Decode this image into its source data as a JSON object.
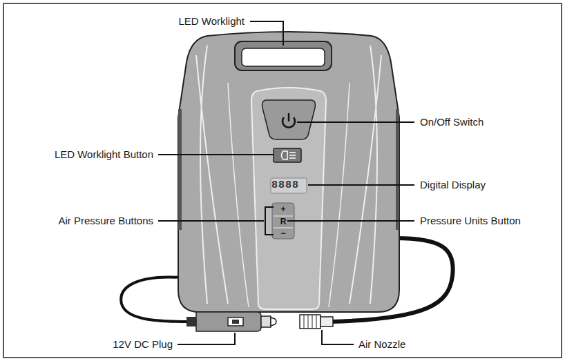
{
  "diagram": {
    "labels": [
      "LED Worklight",
      "On/Off Switch",
      "LED Worklight Button",
      "Digital Display",
      "Air Pressure Buttons",
      "Pressure Units Button",
      "12V DC Plug",
      "Air Nozzle",
      "8888",
      "+",
      "R",
      "−"
    ]
  }
}
